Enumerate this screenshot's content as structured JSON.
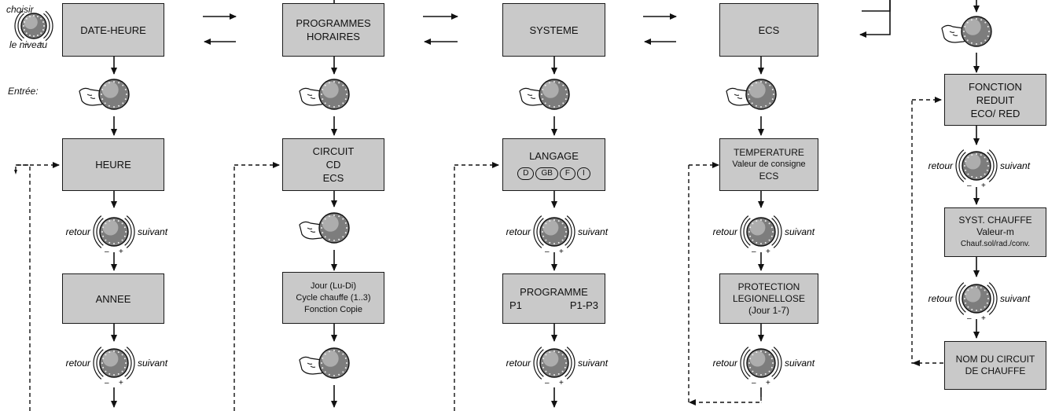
{
  "boxes": {
    "date_heure": [
      "DATE-HEURE"
    ],
    "heure": [
      "HEURE"
    ],
    "annee": [
      "ANNEE"
    ],
    "prog_horaires": [
      "PROGRAMMES",
      "HORAIRES"
    ],
    "circuit": [
      "CIRCUIT",
      "CD",
      "ECS"
    ],
    "jour": [
      "Jour (Lu-Di)",
      "Cycle chauffe (1..3)",
      "Fonction Copie"
    ],
    "systeme": [
      "SYSTEME"
    ],
    "langage": {
      "title": "LANGAGE",
      "options": [
        "D",
        "GB",
        "F",
        "I"
      ]
    },
    "programme": {
      "title": "PROGRAMME",
      "left": "P1",
      "right": "P1-P3"
    },
    "ecs": [
      "ECS"
    ],
    "temperature": [
      "TEMPERATURE",
      "Valeur de consigne",
      "ECS"
    ],
    "protection": [
      "PROTECTION",
      "LEGIONELLOSE",
      "(Jour 1-7)"
    ],
    "fonction_reduit": [
      "FONCTION",
      "REDUIT",
      "ECO/ RED"
    ],
    "syst_chauffe": [
      "SYST. CHAUFFE",
      "Valeur-m",
      "Chauf.sol/rad./conv."
    ],
    "nom_circuit": [
      "NOM DU CIRCUIT",
      "DE CHAUFFE"
    ]
  },
  "labels": {
    "choisir": "choisir",
    "le_niveau": "le niveau",
    "entree": "Entrée:",
    "retour": "retour",
    "suivant": "suivant",
    "minus": "–",
    "plus": "+"
  }
}
